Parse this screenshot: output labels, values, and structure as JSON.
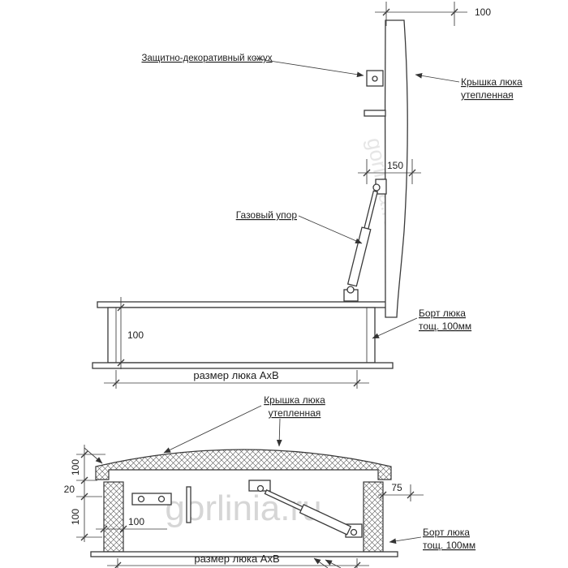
{
  "watermark": "gorlinia.ru",
  "top": {
    "dim_top": "100",
    "dim_strut": "150",
    "dim_height": "100",
    "dim_size": "размер люка АхВ",
    "label_cover": "Защитно-декоративный кожух",
    "label_lid1": "Крышка люка",
    "label_lid2": "утепленная",
    "label_strut": "Газовый упор",
    "label_bort1": "Борт люка",
    "label_bort2": "тощ. 100мм"
  },
  "bottom": {
    "label_lid1": "Крышка люка",
    "label_lid2": "утепленная",
    "dim_thickness": "100",
    "dim_gap": "20",
    "dim_height": "100",
    "dim_wall": "100",
    "dim_flange": "75",
    "label_bort1": "Борт люка",
    "label_bort2": "тощ. 100мм",
    "dim_size": "размер люка АхВ"
  }
}
